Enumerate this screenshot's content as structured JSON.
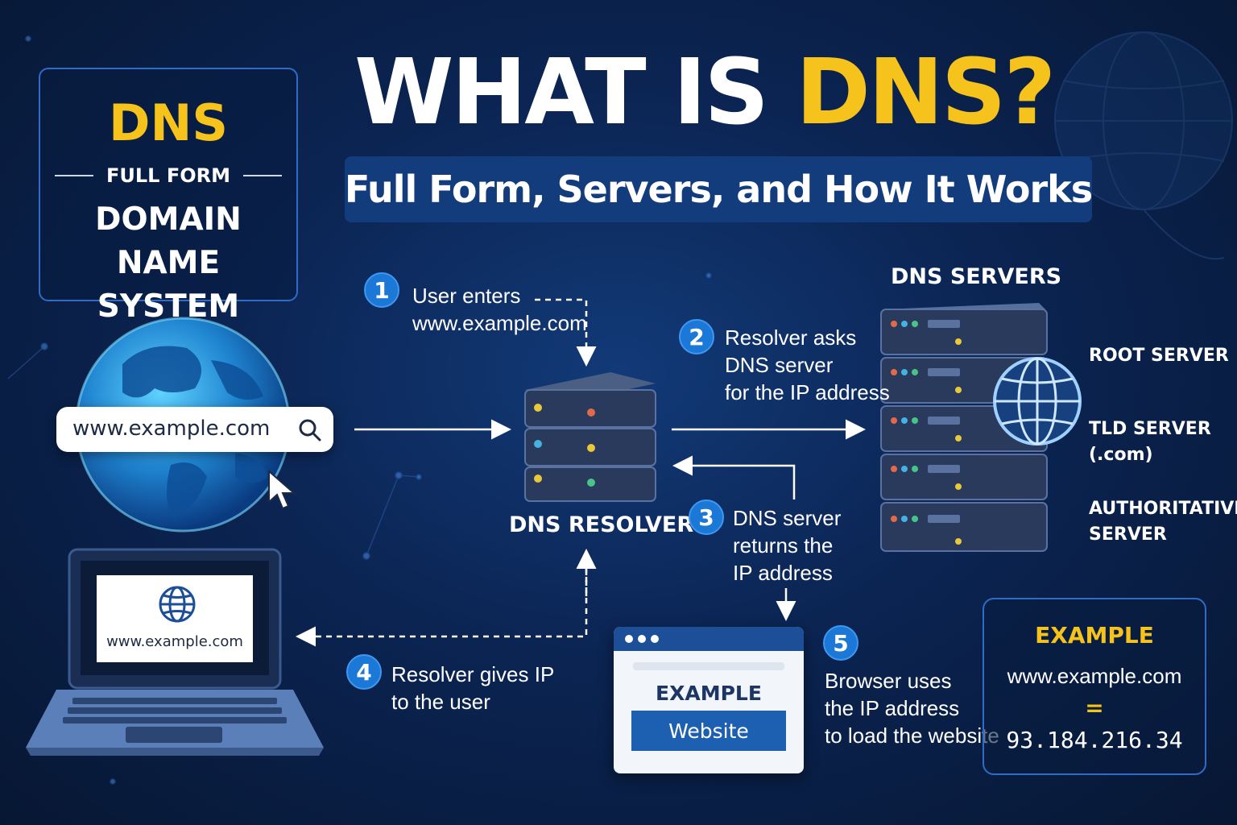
{
  "title": {
    "prefix": "WHAT IS ",
    "accent": "DNS?"
  },
  "subtitle": "Full Form, Servers, and How It Works",
  "full_form": {
    "abbr": "DNS",
    "label": "FULL FORM",
    "text": "DOMAIN NAME SYSTEM"
  },
  "search": {
    "value": "www.example.com"
  },
  "laptop": {
    "url": "www.example.com"
  },
  "resolver": {
    "label": "DNS RESOLVER"
  },
  "servers": {
    "heading": "DNS SERVERS",
    "types": [
      "ROOT SERVER",
      "TLD SERVER\n(.com)",
      "AUTHORITATIVE\nSERVER"
    ]
  },
  "steps": [
    {
      "number": "1",
      "text": "User enters\nwww.example.com"
    },
    {
      "number": "2",
      "text": "Resolver asks\nDNS server\nfor the IP address"
    },
    {
      "number": "3",
      "text": "DNS server\nreturns the\nIP address"
    },
    {
      "number": "4",
      "text": "Resolver gives IP\nto the user"
    },
    {
      "number": "5",
      "text": "Browser uses\nthe IP address\nto load the website"
    }
  ],
  "browser": {
    "title": "EXAMPLE",
    "button": "Website"
  },
  "example": {
    "title": "EXAMPLE",
    "domain": "www.example.com",
    "equals": "=",
    "ip": "93.184.216.34"
  },
  "colors": {
    "accent": "#f6c21c",
    "badge": "#1b78d6",
    "background": "#0b2452"
  }
}
